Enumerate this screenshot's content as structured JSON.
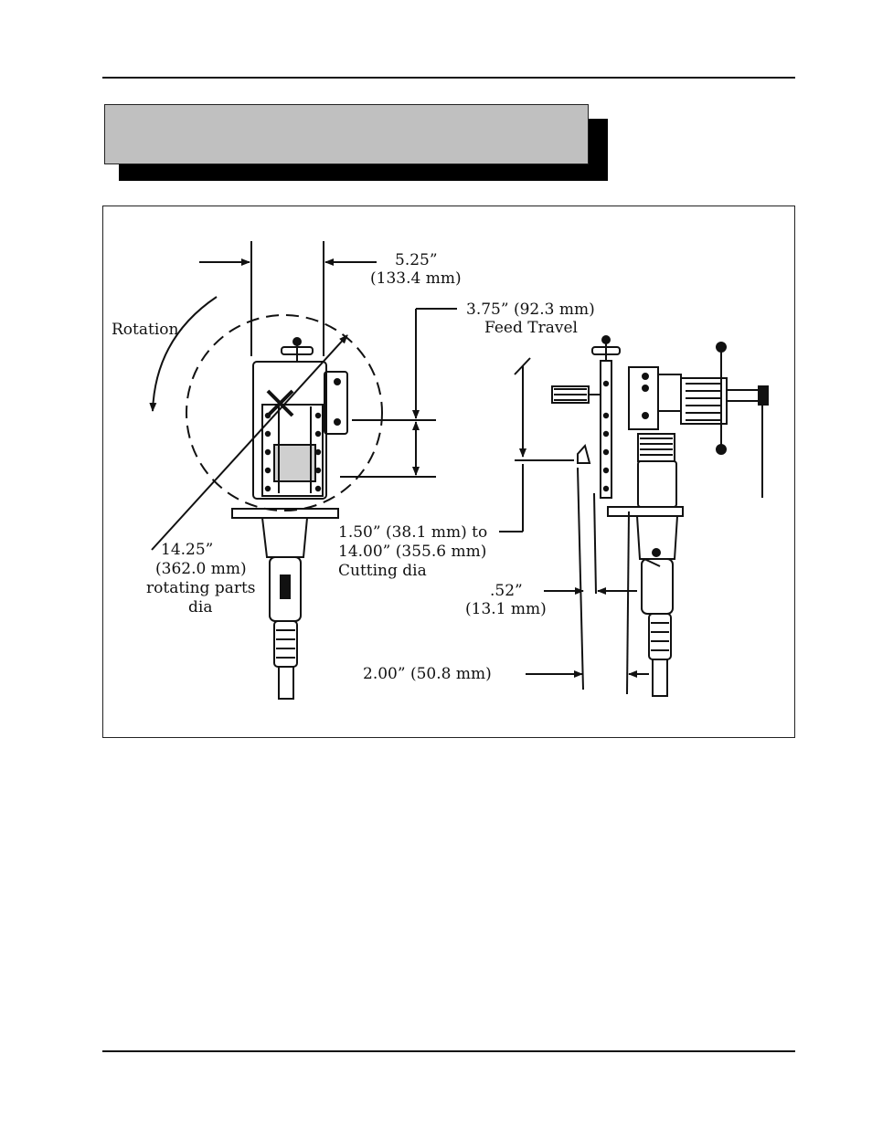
{
  "header": {
    "section_title": ""
  },
  "figure": {
    "rotation_label": "Rotation",
    "width_dim": {
      "inches": "5.25”",
      "mm": "(133.4 mm)"
    },
    "feed_travel": {
      "line1": "3.75” (92.3 mm)",
      "line2": "Feed Travel"
    },
    "rotating_dia": {
      "line1": "14.25”",
      "line2": "(362.0 mm)",
      "line3": "rotating parts",
      "line4": "dia"
    },
    "cutting_dia": {
      "line1": "1.50” (38.1 mm) to",
      "line2": "14.00” (355.6 mm)",
      "line3": "Cutting dia"
    },
    "offset_dim": {
      "line1": ".52”",
      "line2": "(13.1 mm)"
    },
    "depth_dim": {
      "line1": "2.00” (50.8 mm)"
    }
  }
}
